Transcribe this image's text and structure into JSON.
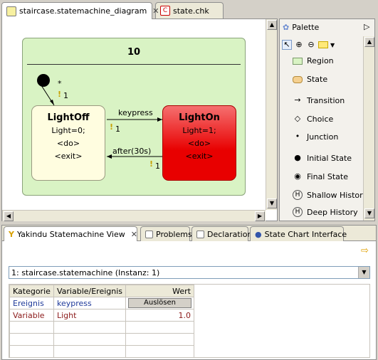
{
  "editor_tabs": [
    {
      "label": "staircase.statemachine_diagram"
    },
    {
      "label": "state.chk"
    }
  ],
  "diagram": {
    "region_label": "10",
    "initial_trigger": "*",
    "initial_prio": "1",
    "states": [
      {
        "name": "LightOff",
        "lines": [
          "Light=0;",
          "<do>",
          "<exit>"
        ]
      },
      {
        "name": "LightOn",
        "lines": [
          "Light=1;",
          "<do>",
          "<exit>"
        ]
      }
    ],
    "transitions": [
      {
        "label": "keypress",
        "prio": "1"
      },
      {
        "label": "after(30s)",
        "prio": "1"
      }
    ]
  },
  "palette": {
    "title": "Palette",
    "items": [
      "Region",
      "State",
      "Transition",
      "Choice",
      "Junction",
      "Initial State",
      "Final State",
      "Shallow History",
      "Deep History"
    ]
  },
  "view_tabs": [
    {
      "label": "Yakindu Statemachine View"
    },
    {
      "label": "Problems"
    },
    {
      "label": "Declaration"
    },
    {
      "label": "State Chart Interface"
    }
  ],
  "instance_select": "1: staircase.statemachine (Instanz: 1)",
  "table": {
    "headers": [
      "Kategorie",
      "Variable/Ereignis",
      "Wert"
    ],
    "rows": [
      {
        "kategorie": "Ereignis",
        "name": "keypress",
        "wert": "Auslösen",
        "type": "button"
      },
      {
        "kategorie": "Variable",
        "name": "Light",
        "wert": "1.0",
        "type": "value"
      }
    ]
  },
  "colors": {
    "ereignis": "#1f3a9a",
    "variable": "#8b1a1a",
    "lighton": "#e80000",
    "region": "#d9f3c4"
  }
}
